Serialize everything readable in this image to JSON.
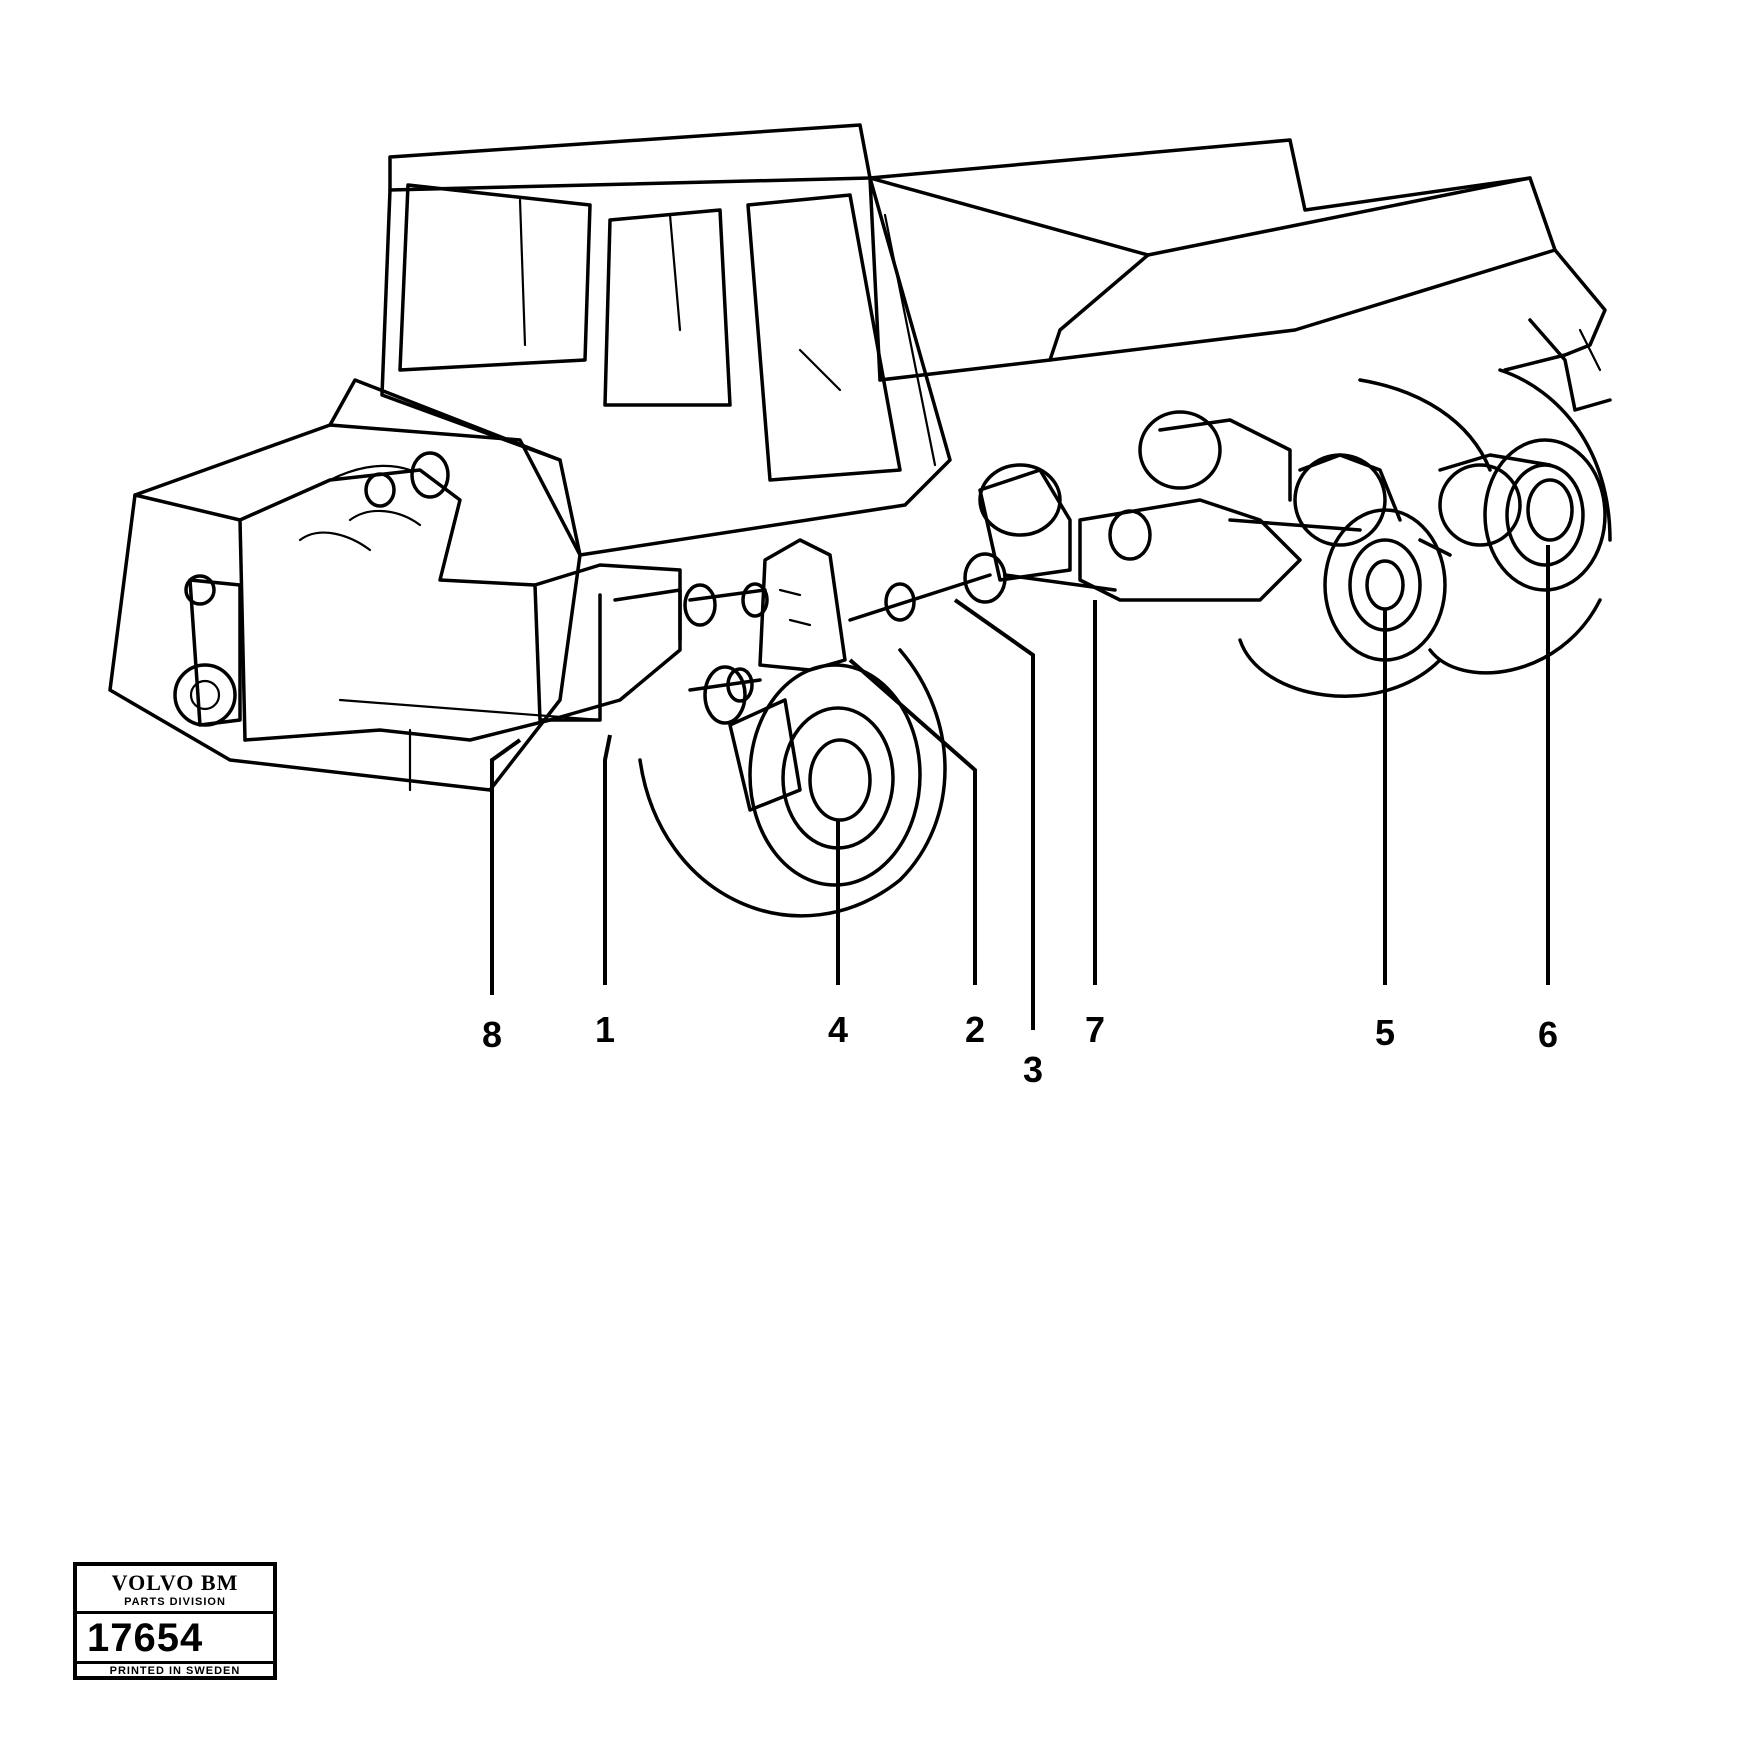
{
  "callouts": [
    {
      "id": "8",
      "label": "8"
    },
    {
      "id": "1",
      "label": "1"
    },
    {
      "id": "4",
      "label": "4"
    },
    {
      "id": "2",
      "label": "2"
    },
    {
      "id": "3",
      "label": "3"
    },
    {
      "id": "7",
      "label": "7"
    },
    {
      "id": "5",
      "label": "5"
    },
    {
      "id": "6",
      "label": "6"
    }
  ],
  "stamp": {
    "brand": "VOLVO BM",
    "division": "PARTS DIVISION",
    "number": "17654",
    "printed": "PRINTED IN SWEDEN"
  }
}
